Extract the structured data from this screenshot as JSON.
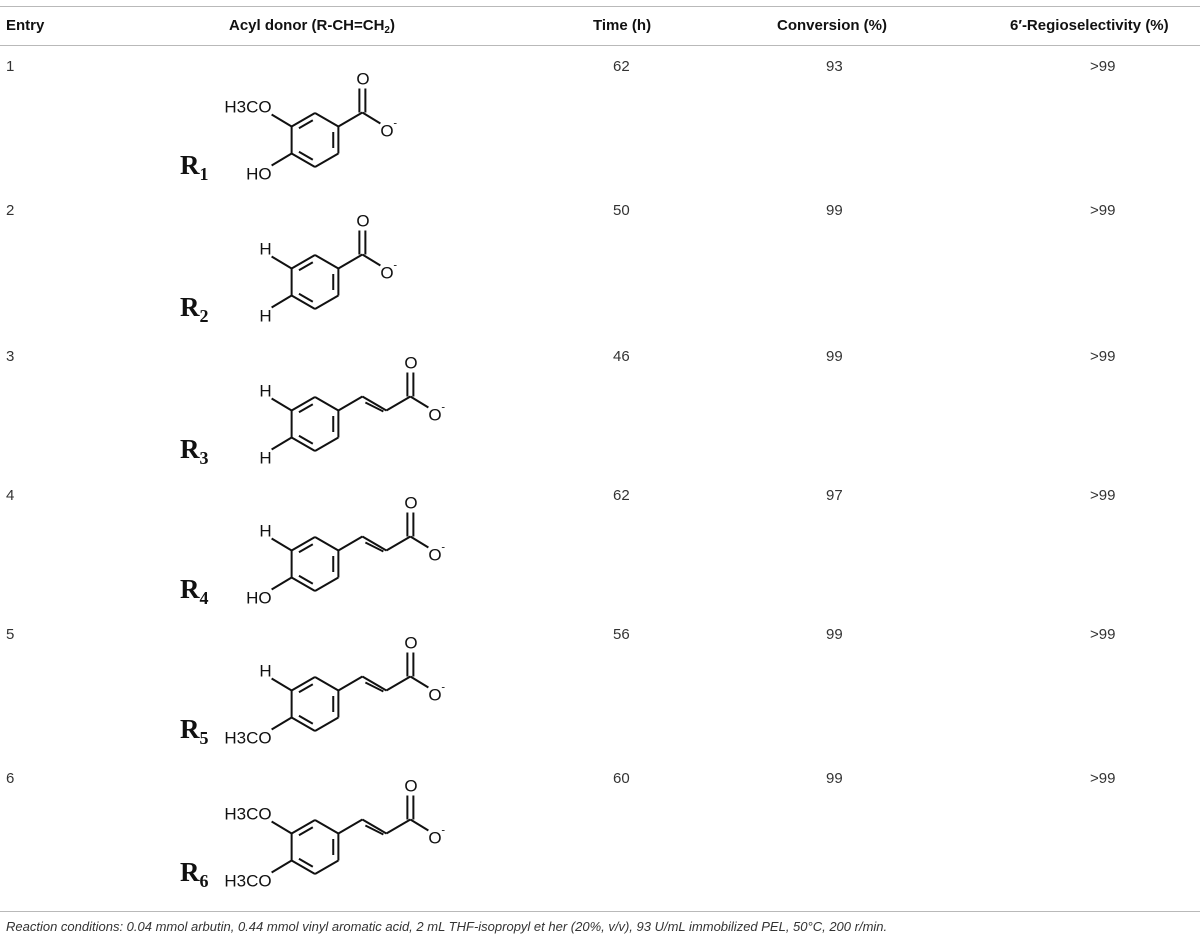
{
  "table": {
    "headers": {
      "entry": "Entry",
      "acyl_donor": "Acyl donor (R-CH=CH",
      "acyl_donor_sub": "2",
      "acyl_donor_close": ")",
      "time": "Time (h)",
      "conversion": "Conversion (%)",
      "regio": "6′-Regioselectivity (%)"
    },
    "rows": [
      {
        "entry": "1",
        "label": "R",
        "label_sub": "1",
        "time": "62",
        "conversion": "93",
        "regio": ">99",
        "sub_top": "H3CO",
        "sub_bottom": "HO"
      },
      {
        "entry": "2",
        "label": "R",
        "label_sub": "2",
        "time": "50",
        "conversion": "99",
        "regio": ">99",
        "sub_top": "H",
        "sub_bottom": "H"
      },
      {
        "entry": "3",
        "label": "R",
        "label_sub": "3",
        "time": "46",
        "conversion": "99",
        "regio": ">99",
        "sub_top": "H",
        "sub_bottom": "H"
      },
      {
        "entry": "4",
        "label": "R",
        "label_sub": "4",
        "time": "62",
        "conversion": "97",
        "regio": ">99",
        "sub_top": "H",
        "sub_bottom": "HO"
      },
      {
        "entry": "5",
        "label": "R",
        "label_sub": "5",
        "time": "56",
        "conversion": "99",
        "regio": ">99",
        "sub_top": "H",
        "sub_bottom": "H3CO"
      },
      {
        "entry": "6",
        "label": "R",
        "label_sub": "6",
        "time": "60",
        "conversion": "99",
        "regio": ">99",
        "sub_top": "H3CO",
        "sub_bottom": "H3CO"
      }
    ],
    "chem": {
      "oxygen": "O",
      "carboxylate_o": "O",
      "charge": "-"
    }
  },
  "footnote": "Reaction conditions: 0.04 mmol arbutin, 0.44 mmol vinyl aromatic acid, 2 mL THF-isopropyl et her (20%, v/v), 93 U/mL immobilized PEL, 50°C, 200 r/min."
}
